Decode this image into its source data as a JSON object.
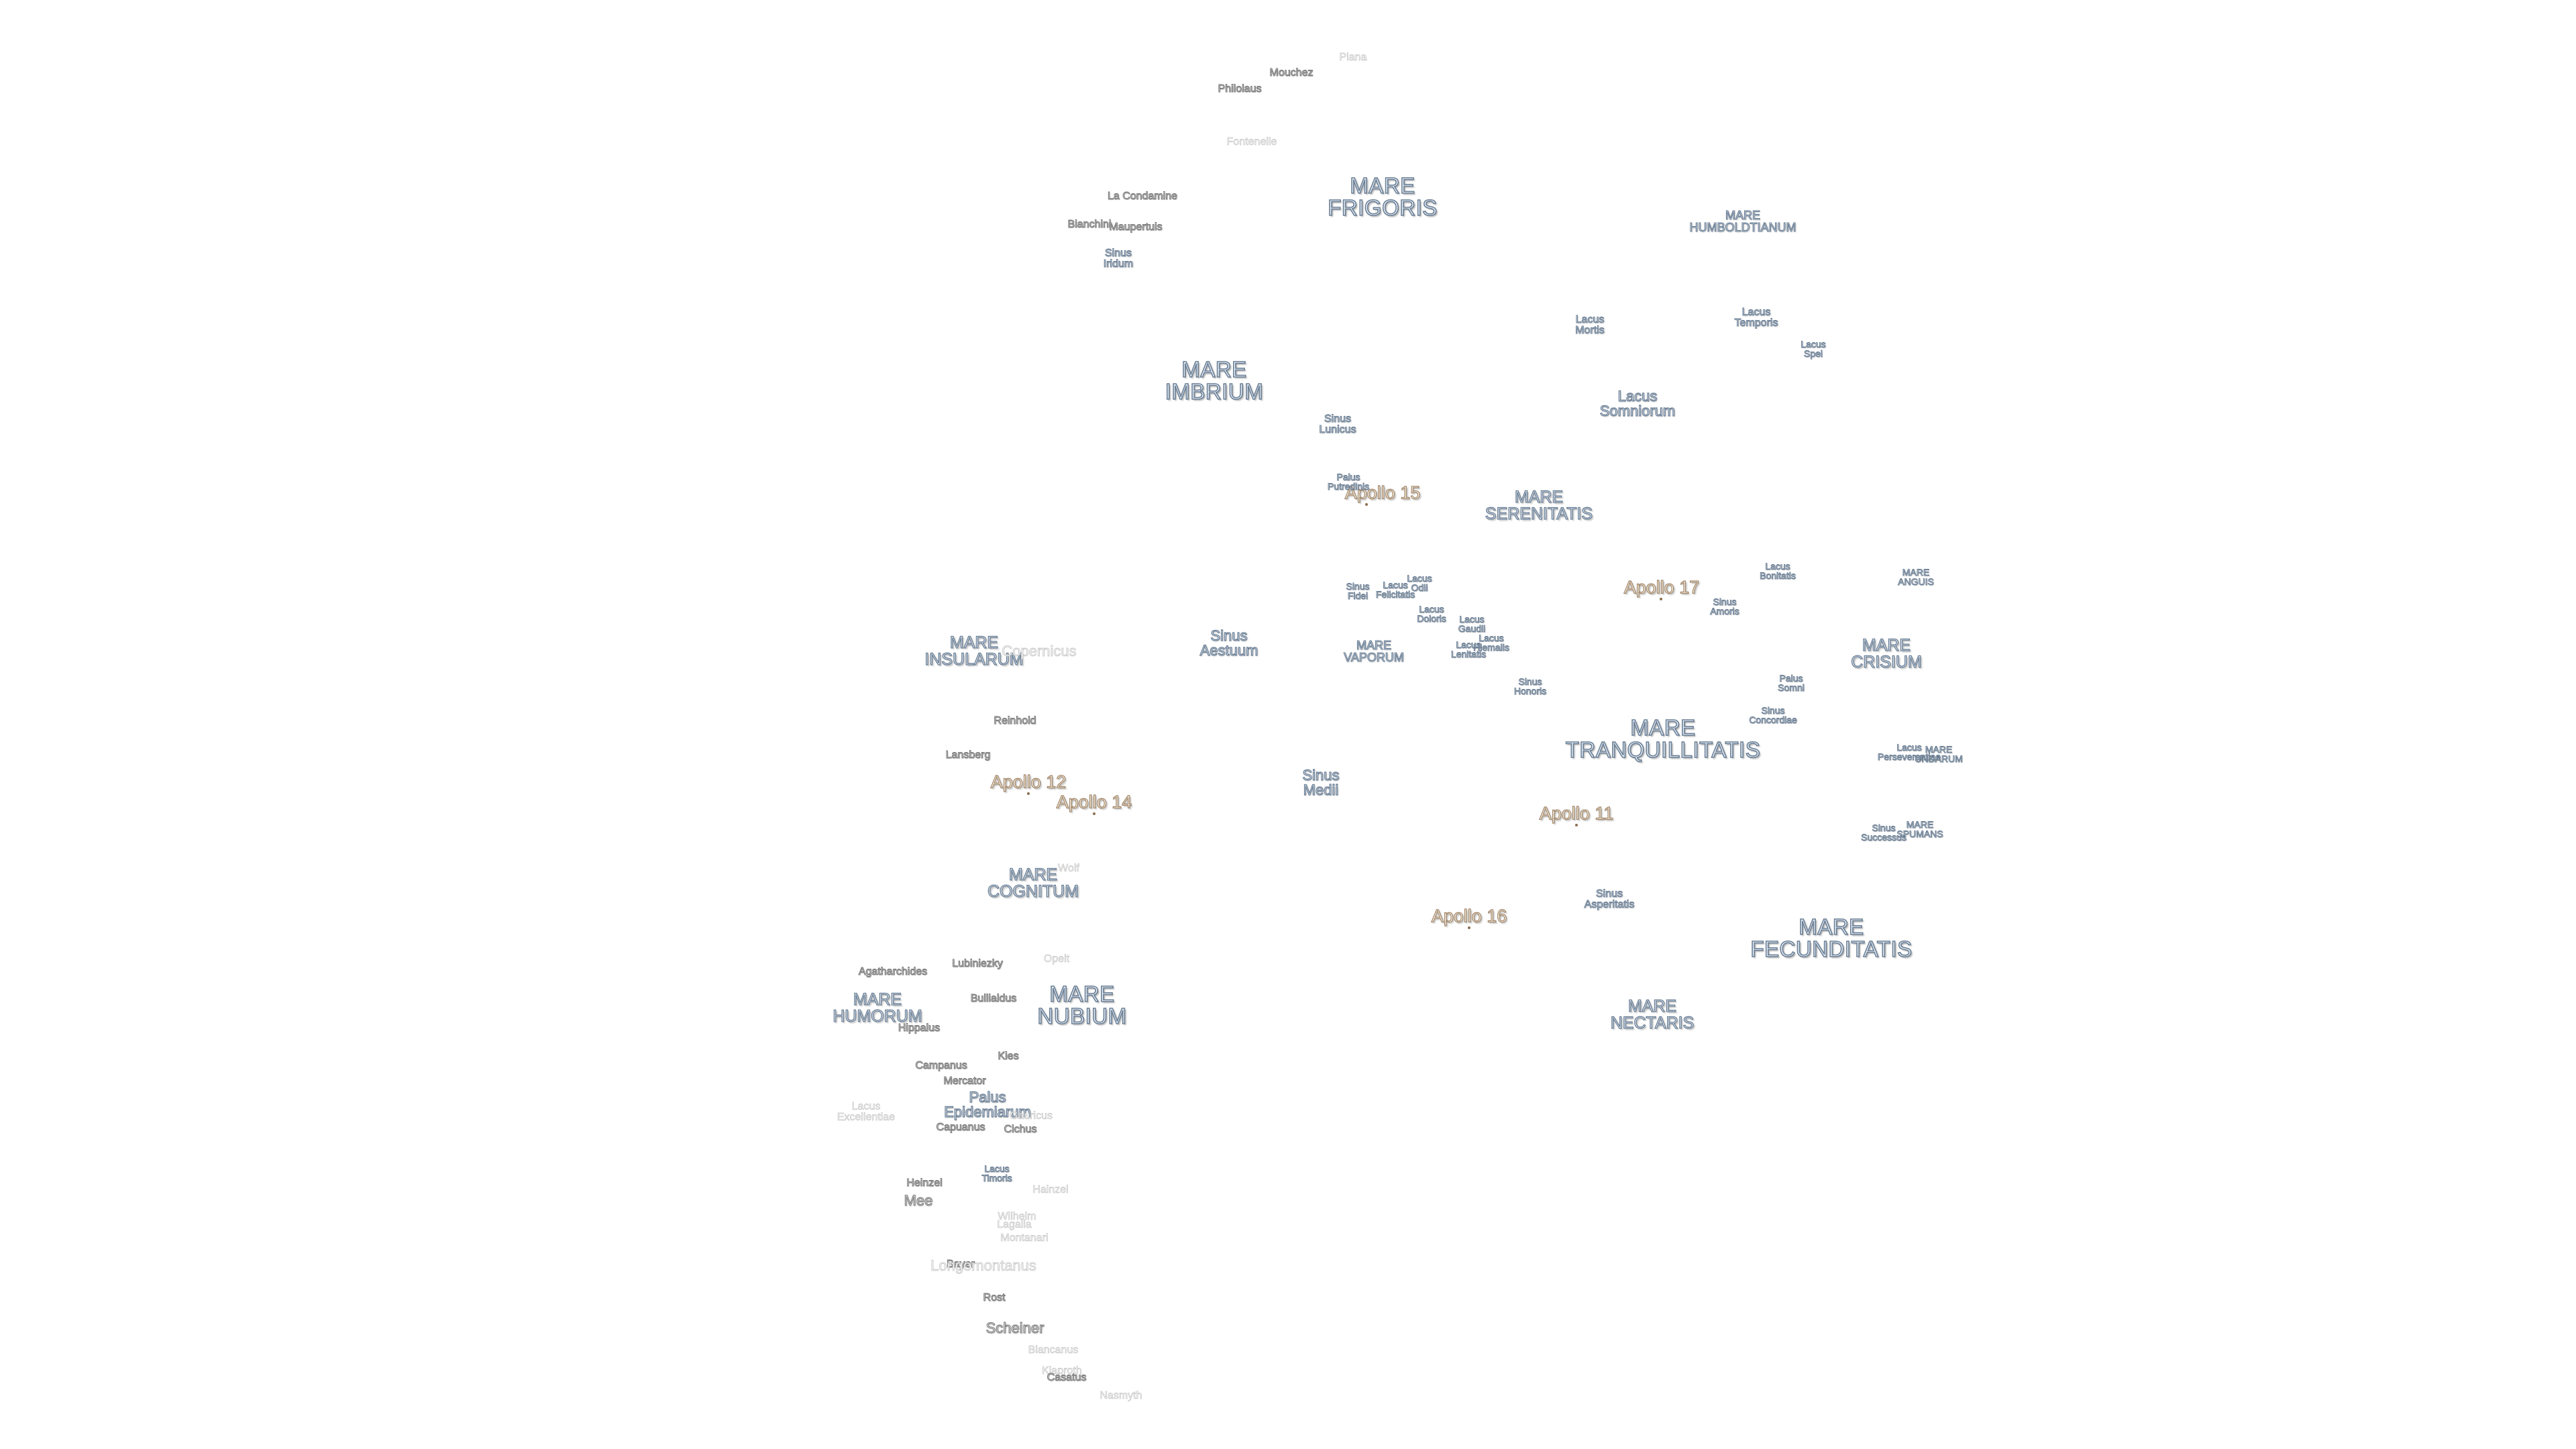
{
  "apollo_sites": [
    {
      "name": "Apollo 11"
    },
    {
      "name": "Apollo 12"
    },
    {
      "name": "Apollo 14"
    },
    {
      "name": "Apollo 15"
    },
    {
      "name": "Apollo 16"
    },
    {
      "name": "Apollo 17"
    }
  ],
  "maria": [
    {
      "name": "MARE\nFRIGORIS"
    },
    {
      "name": "MARE\nIMBRIUM"
    },
    {
      "name": "MARE\nSERENITATIS"
    },
    {
      "name": "MARE\nTRANQUILLITATIS"
    },
    {
      "name": "MARE\nFECUNDITATIS"
    },
    {
      "name": "MARE\nNUBIUM"
    },
    {
      "name": "MARE\nINSULARUM"
    },
    {
      "name": "MARE\nCOGNITUM"
    },
    {
      "name": "MARE\nHUMORUM"
    },
    {
      "name": "MARE\nCRISIUM"
    },
    {
      "name": "MARE\nNECTARIS"
    },
    {
      "name": "MARE\nVAPORUM"
    },
    {
      "name": "MARE\nHUMBOLDTIANUM"
    },
    {
      "name": "MARE\nANGUIS"
    },
    {
      "name": "MARE\nUNDARUM"
    },
    {
      "name": "MARE\nSPUMANS"
    }
  ],
  "features": [
    {
      "name": "Lacus\nSomniorum"
    },
    {
      "name": "Sinus\nAestuum"
    },
    {
      "name": "Sinus\nMedii"
    },
    {
      "name": "Palus\nEpidemiarum"
    },
    {
      "name": "Sinus\nIridum"
    },
    {
      "name": "Sinus\nLunicus"
    },
    {
      "name": "Palus\nPutredinis"
    },
    {
      "name": "Lacus\nMortis"
    },
    {
      "name": "Lacus\nTemporis"
    },
    {
      "name": "Lacus\nSpei"
    },
    {
      "name": "Lacus\nBonitatis"
    },
    {
      "name": "Sinus\nAmoris"
    },
    {
      "name": "Sinus\nFidei"
    },
    {
      "name": "Lacus\nFelicitatis"
    },
    {
      "name": "Lacus\nOdii"
    },
    {
      "name": "Lacus\nDoloris"
    },
    {
      "name": "Lacus\nGaudii"
    },
    {
      "name": "Lacus\nHiemalis"
    },
    {
      "name": "Lacus\nLenitatis"
    },
    {
      "name": "Sinus\nHonoris"
    },
    {
      "name": "Palus\nSomni"
    },
    {
      "name": "Sinus\nConcordiae"
    },
    {
      "name": "Lacus\nPerseverantiae"
    },
    {
      "name": "Sinus\nSuccessus"
    },
    {
      "name": "Sinus\nAsperitatis"
    },
    {
      "name": "Lacus\nTimoris"
    },
    {
      "name": "Lacus\nExcellentiae"
    }
  ],
  "craters": [
    {
      "name": "Mouchez"
    },
    {
      "name": "Philolaus"
    },
    {
      "name": "Fontenelle"
    },
    {
      "name": "La Condamine"
    },
    {
      "name": "Bianchini"
    },
    {
      "name": "Maupertuis"
    },
    {
      "name": "Reinhold"
    },
    {
      "name": "Lansberg"
    },
    {
      "name": "Agatharchides"
    },
    {
      "name": "Lubiniezky"
    },
    {
      "name": "Bullialdus"
    },
    {
      "name": "Hippalus"
    },
    {
      "name": "Campanus"
    },
    {
      "name": "Kies"
    },
    {
      "name": "Mercator"
    },
    {
      "name": "Capuanus"
    },
    {
      "name": "Cichus"
    },
    {
      "name": "Heinzel"
    },
    {
      "name": "Mee"
    },
    {
      "name": "Bayer"
    },
    {
      "name": "Rost"
    },
    {
      "name": "Scheiner"
    },
    {
      "name": "Copernicus"
    },
    {
      "name": "Longomontanus"
    },
    {
      "name": "Montanari"
    },
    {
      "name": "Wilhelm"
    },
    {
      "name": "Lagalla"
    },
    {
      "name": "Blancanus"
    },
    {
      "name": "Klaproth"
    },
    {
      "name": "Casatus"
    },
    {
      "name": "Plana"
    },
    {
      "name": "Opelt"
    },
    {
      "name": "Wolf"
    },
    {
      "name": "Hainzel"
    },
    {
      "name": "Gauricus"
    },
    {
      "name": "Nasmyth"
    }
  ]
}
